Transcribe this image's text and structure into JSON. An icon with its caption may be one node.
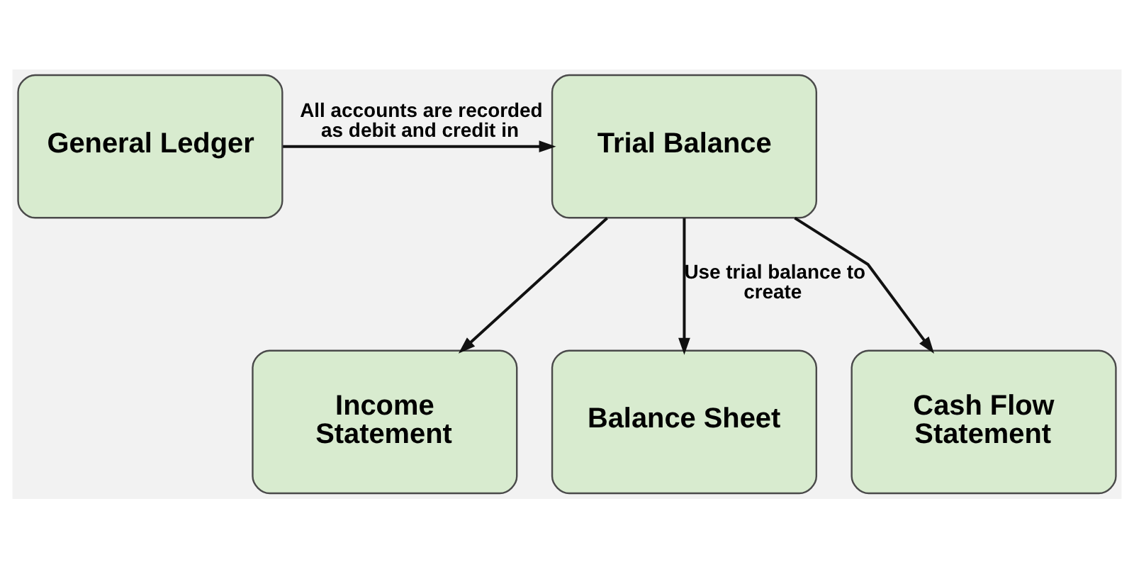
{
  "diagram": {
    "nodes": [
      {
        "text": [
          "General Ledger"
        ]
      },
      {
        "text": [
          "Trial Balance"
        ]
      },
      {
        "text": [
          "Income Statement"
        ]
      },
      {
        "text": [
          "Balance Sheet"
        ]
      },
      {
        "text": [
          "Cash Flow Statement"
        ]
      }
    ],
    "edges": [
      {
        "from": 0,
        "to": 1,
        "arrow": "to",
        "label": "All accounts are recorded as debit and credit in"
      },
      {
        "from": 1,
        "to": 2,
        "arrow": "to"
      },
      {
        "from": 1,
        "to": 3,
        "arrow": "to",
        "label": "Use trial balance to create"
      },
      {
        "from": 1,
        "to": 4,
        "arrow": "to"
      }
    ]
  }
}
